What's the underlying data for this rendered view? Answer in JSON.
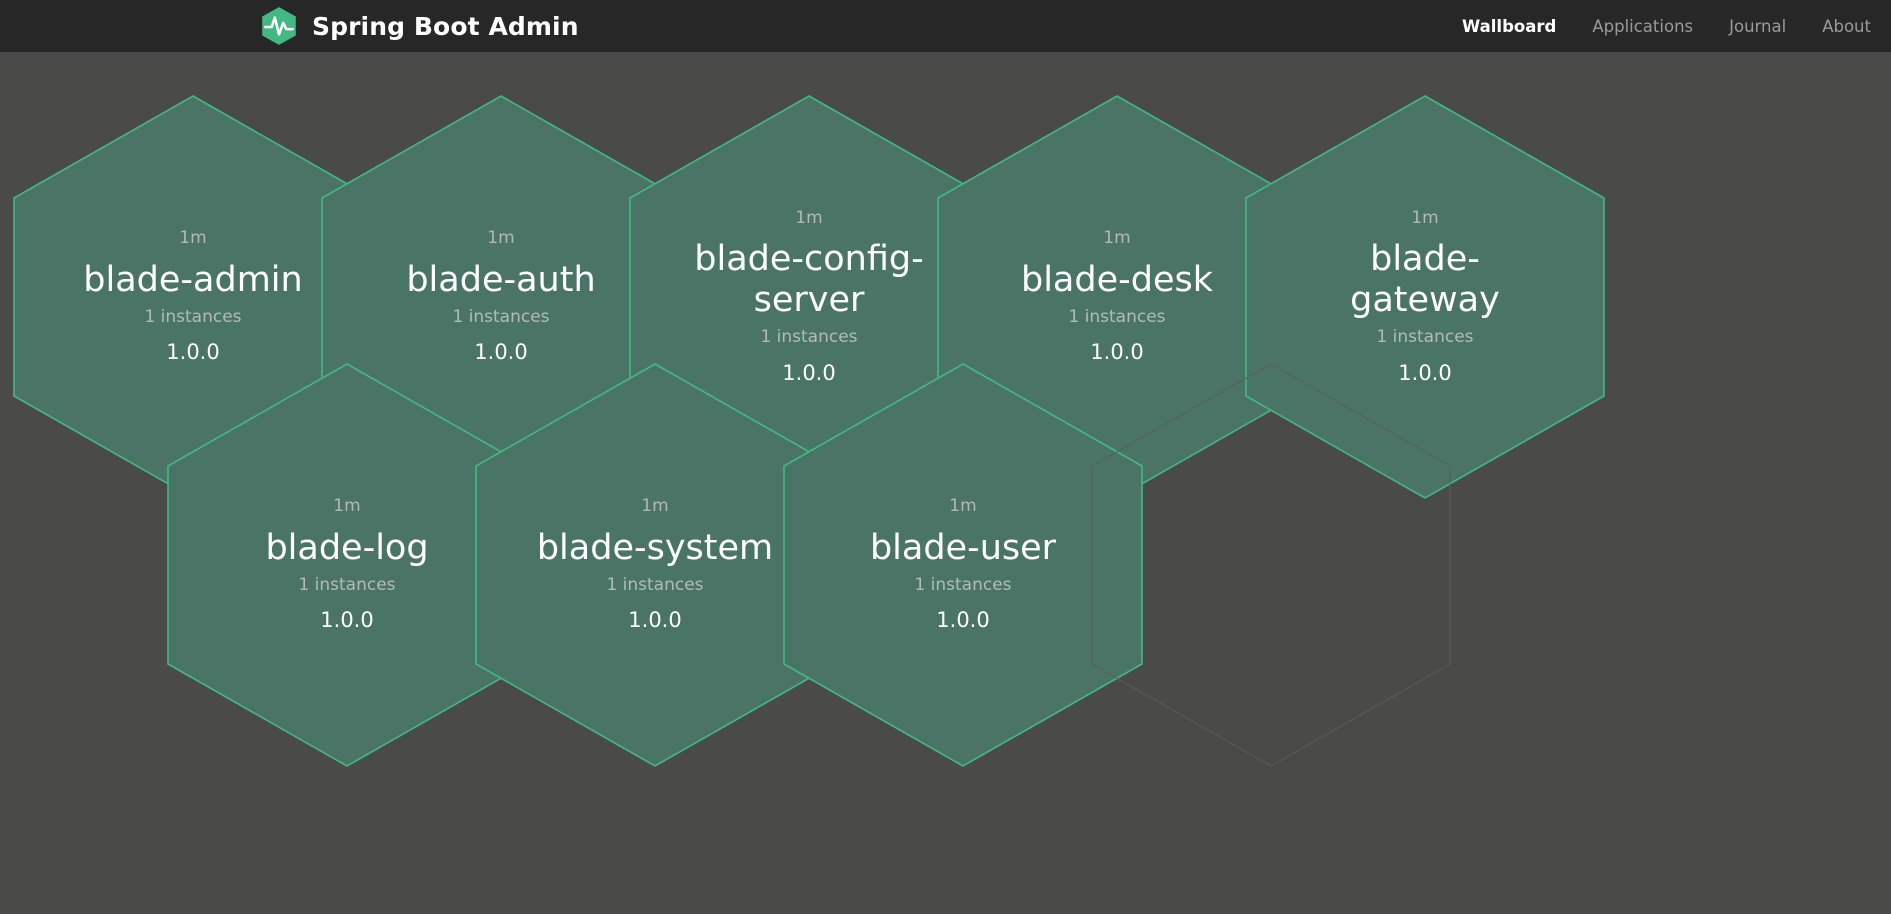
{
  "navbar": {
    "brand_label": "Spring Boot Admin",
    "brand_icon": "pulse-hexagon-logo",
    "links": [
      {
        "label": "Wallboard",
        "active": true
      },
      {
        "label": "Applications",
        "active": false
      },
      {
        "label": "Journal",
        "active": false
      },
      {
        "label": "About",
        "active": false
      }
    ]
  },
  "colors": {
    "navbar_bg": "#272727",
    "page_bg": "#4a4a48",
    "hex_fill": "#4a7566",
    "hex_border": "#42b983",
    "hex_empty_border": "#5b5b58",
    "brand_green": "#42b983",
    "text_primary": "#ffffff",
    "text_muted": "#b2b9b5",
    "nav_muted": "#9a9a9a"
  },
  "wallboard": {
    "applications": [
      {
        "status": "1m",
        "name": "blade-admin",
        "instances": "1 instances",
        "version": "1.0.0",
        "empty": false
      },
      {
        "status": "1m",
        "name": "blade-auth",
        "instances": "1 instances",
        "version": "1.0.0",
        "empty": false
      },
      {
        "status": "1m",
        "name": "blade-config-server",
        "instances": "1 instances",
        "version": "1.0.0",
        "empty": false
      },
      {
        "status": "1m",
        "name": "blade-desk",
        "instances": "1 instances",
        "version": "1.0.0",
        "empty": false
      },
      {
        "status": "1m",
        "name": "blade-gateway",
        "instances": "1 instances",
        "version": "1.0.0",
        "empty": false
      },
      {
        "status": "1m",
        "name": "blade-log",
        "instances": "1 instances",
        "version": "1.0.0",
        "empty": false
      },
      {
        "status": "1m",
        "name": "blade-system",
        "instances": "1 instances",
        "version": "1.0.0",
        "empty": false
      },
      {
        "status": "1m",
        "name": "blade-user",
        "instances": "1 instances",
        "version": "1.0.0",
        "empty": false
      },
      {
        "status": "",
        "name": "",
        "instances": "",
        "version": "",
        "empty": true
      }
    ]
  }
}
